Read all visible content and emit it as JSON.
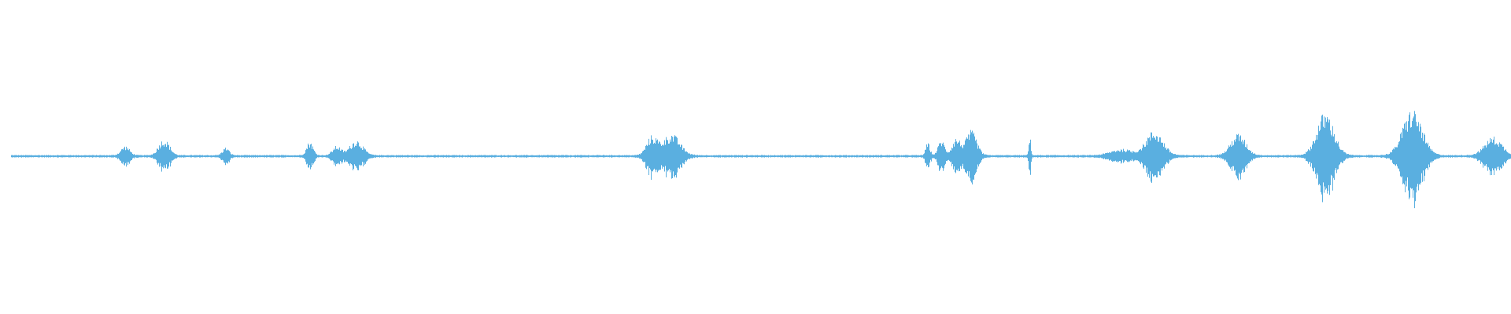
{
  "waveform": {
    "color": "#5aafe0",
    "background": "#ffffff",
    "bursts": [
      {
        "center": 0.076,
        "width": 0.004,
        "amp": 0.03
      },
      {
        "center": 0.1,
        "width": 0.004,
        "amp": 0.035
      },
      {
        "center": 0.104,
        "width": 0.004,
        "amp": 0.03
      },
      {
        "center": 0.143,
        "width": 0.003,
        "amp": 0.025
      },
      {
        "center": 0.199,
        "width": 0.003,
        "amp": 0.045
      },
      {
        "center": 0.217,
        "width": 0.004,
        "amp": 0.03
      },
      {
        "center": 0.23,
        "width": 0.006,
        "amp": 0.05
      },
      {
        "center": 0.427,
        "width": 0.005,
        "amp": 0.06
      },
      {
        "center": 0.44,
        "width": 0.008,
        "amp": 0.07
      },
      {
        "center": 0.611,
        "width": 0.002,
        "amp": 0.04
      },
      {
        "center": 0.62,
        "width": 0.003,
        "amp": 0.05
      },
      {
        "center": 0.63,
        "width": 0.004,
        "amp": 0.055
      },
      {
        "center": 0.64,
        "width": 0.005,
        "amp": 0.08
      },
      {
        "center": 0.679,
        "width": 0.001,
        "amp": 0.06
      },
      {
        "center": 0.74,
        "width": 0.01,
        "amp": 0.02
      },
      {
        "center": 0.762,
        "width": 0.008,
        "amp": 0.08
      },
      {
        "center": 0.818,
        "width": 0.007,
        "amp": 0.07
      },
      {
        "center": 0.876,
        "width": 0.008,
        "amp": 0.14
      },
      {
        "center": 0.934,
        "width": 0.009,
        "amp": 0.15
      },
      {
        "center": 0.988,
        "width": 0.008,
        "amp": 0.06
      }
    ],
    "baseline_noise": 0.004
  }
}
